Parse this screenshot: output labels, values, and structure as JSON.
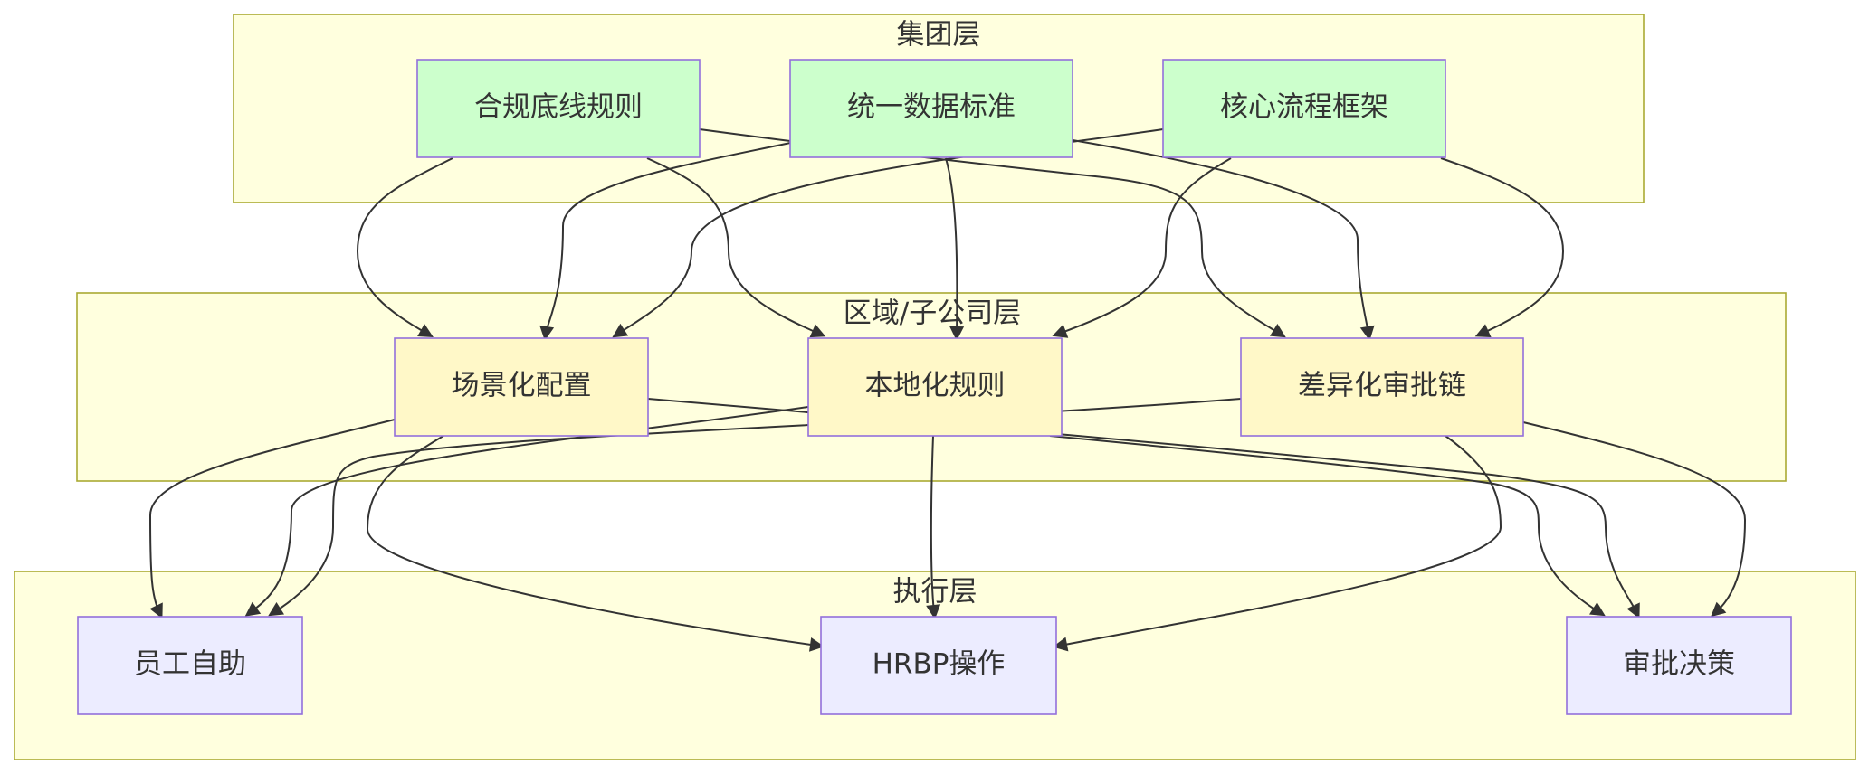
{
  "layers": {
    "group": {
      "title": "集团层"
    },
    "region": {
      "title": "区域/子公司层"
    },
    "exec": {
      "title": "执行层"
    }
  },
  "nodes": {
    "compliance": "合规底线规则",
    "data_standard": "统一数据标准",
    "core_process": "核心流程框架",
    "scenario_config": "场景化配置",
    "local_rules": "本地化规则",
    "diff_approval": "差异化审批链",
    "self_service": "员工自助",
    "hrbp": "HRBP操作",
    "approval_decision": "审批决策"
  },
  "edges": [
    [
      "compliance",
      "scenario_config"
    ],
    [
      "compliance",
      "local_rules"
    ],
    [
      "compliance",
      "diff_approval"
    ],
    [
      "data_standard",
      "scenario_config"
    ],
    [
      "data_standard",
      "local_rules"
    ],
    [
      "data_standard",
      "diff_approval"
    ],
    [
      "core_process",
      "scenario_config"
    ],
    [
      "core_process",
      "local_rules"
    ],
    [
      "core_process",
      "diff_approval"
    ],
    [
      "scenario_config",
      "self_service"
    ],
    [
      "scenario_config",
      "hrbp"
    ],
    [
      "scenario_config",
      "approval_decision"
    ],
    [
      "local_rules",
      "self_service"
    ],
    [
      "local_rules",
      "hrbp"
    ],
    [
      "local_rules",
      "approval_decision"
    ],
    [
      "diff_approval",
      "self_service"
    ],
    [
      "diff_approval",
      "hrbp"
    ],
    [
      "diff_approval",
      "approval_decision"
    ]
  ],
  "colors": {
    "layer_fill": "#ffffde",
    "layer_border": "#aaaa33",
    "group_node_fill": "#ccffcc",
    "region_node_fill": "#fff8c8",
    "exec_node_fill": "#ececff",
    "node_border": "#9370db",
    "edge": "#333333"
  }
}
